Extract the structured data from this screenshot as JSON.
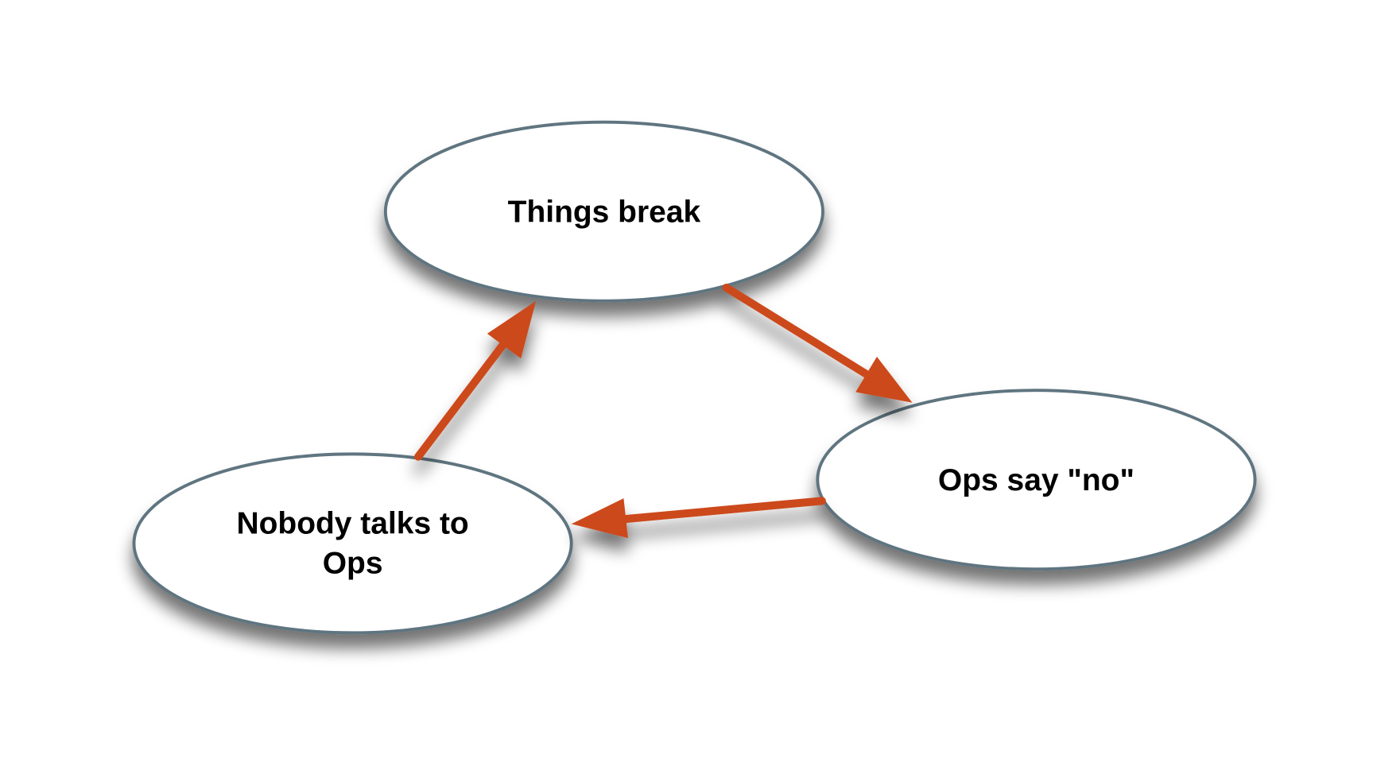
{
  "nodes": [
    {
      "id": "things-break",
      "lines": [
        "Things break"
      ]
    },
    {
      "id": "ops-say-no",
      "lines": [
        "Ops say \"no\""
      ]
    },
    {
      "id": "nobody-talks",
      "lines": [
        "Nobody talks to",
        "Ops"
      ]
    }
  ],
  "edges": [
    {
      "from": "things-break",
      "to": "ops-say-no"
    },
    {
      "from": "ops-say-no",
      "to": "nobody-talks"
    },
    {
      "from": "nobody-talks",
      "to": "things-break"
    }
  ],
  "colors": {
    "arrow": "#cc4a1a",
    "ellipse_stroke": "#5f7480",
    "ellipse_fill": "#ffffff"
  }
}
